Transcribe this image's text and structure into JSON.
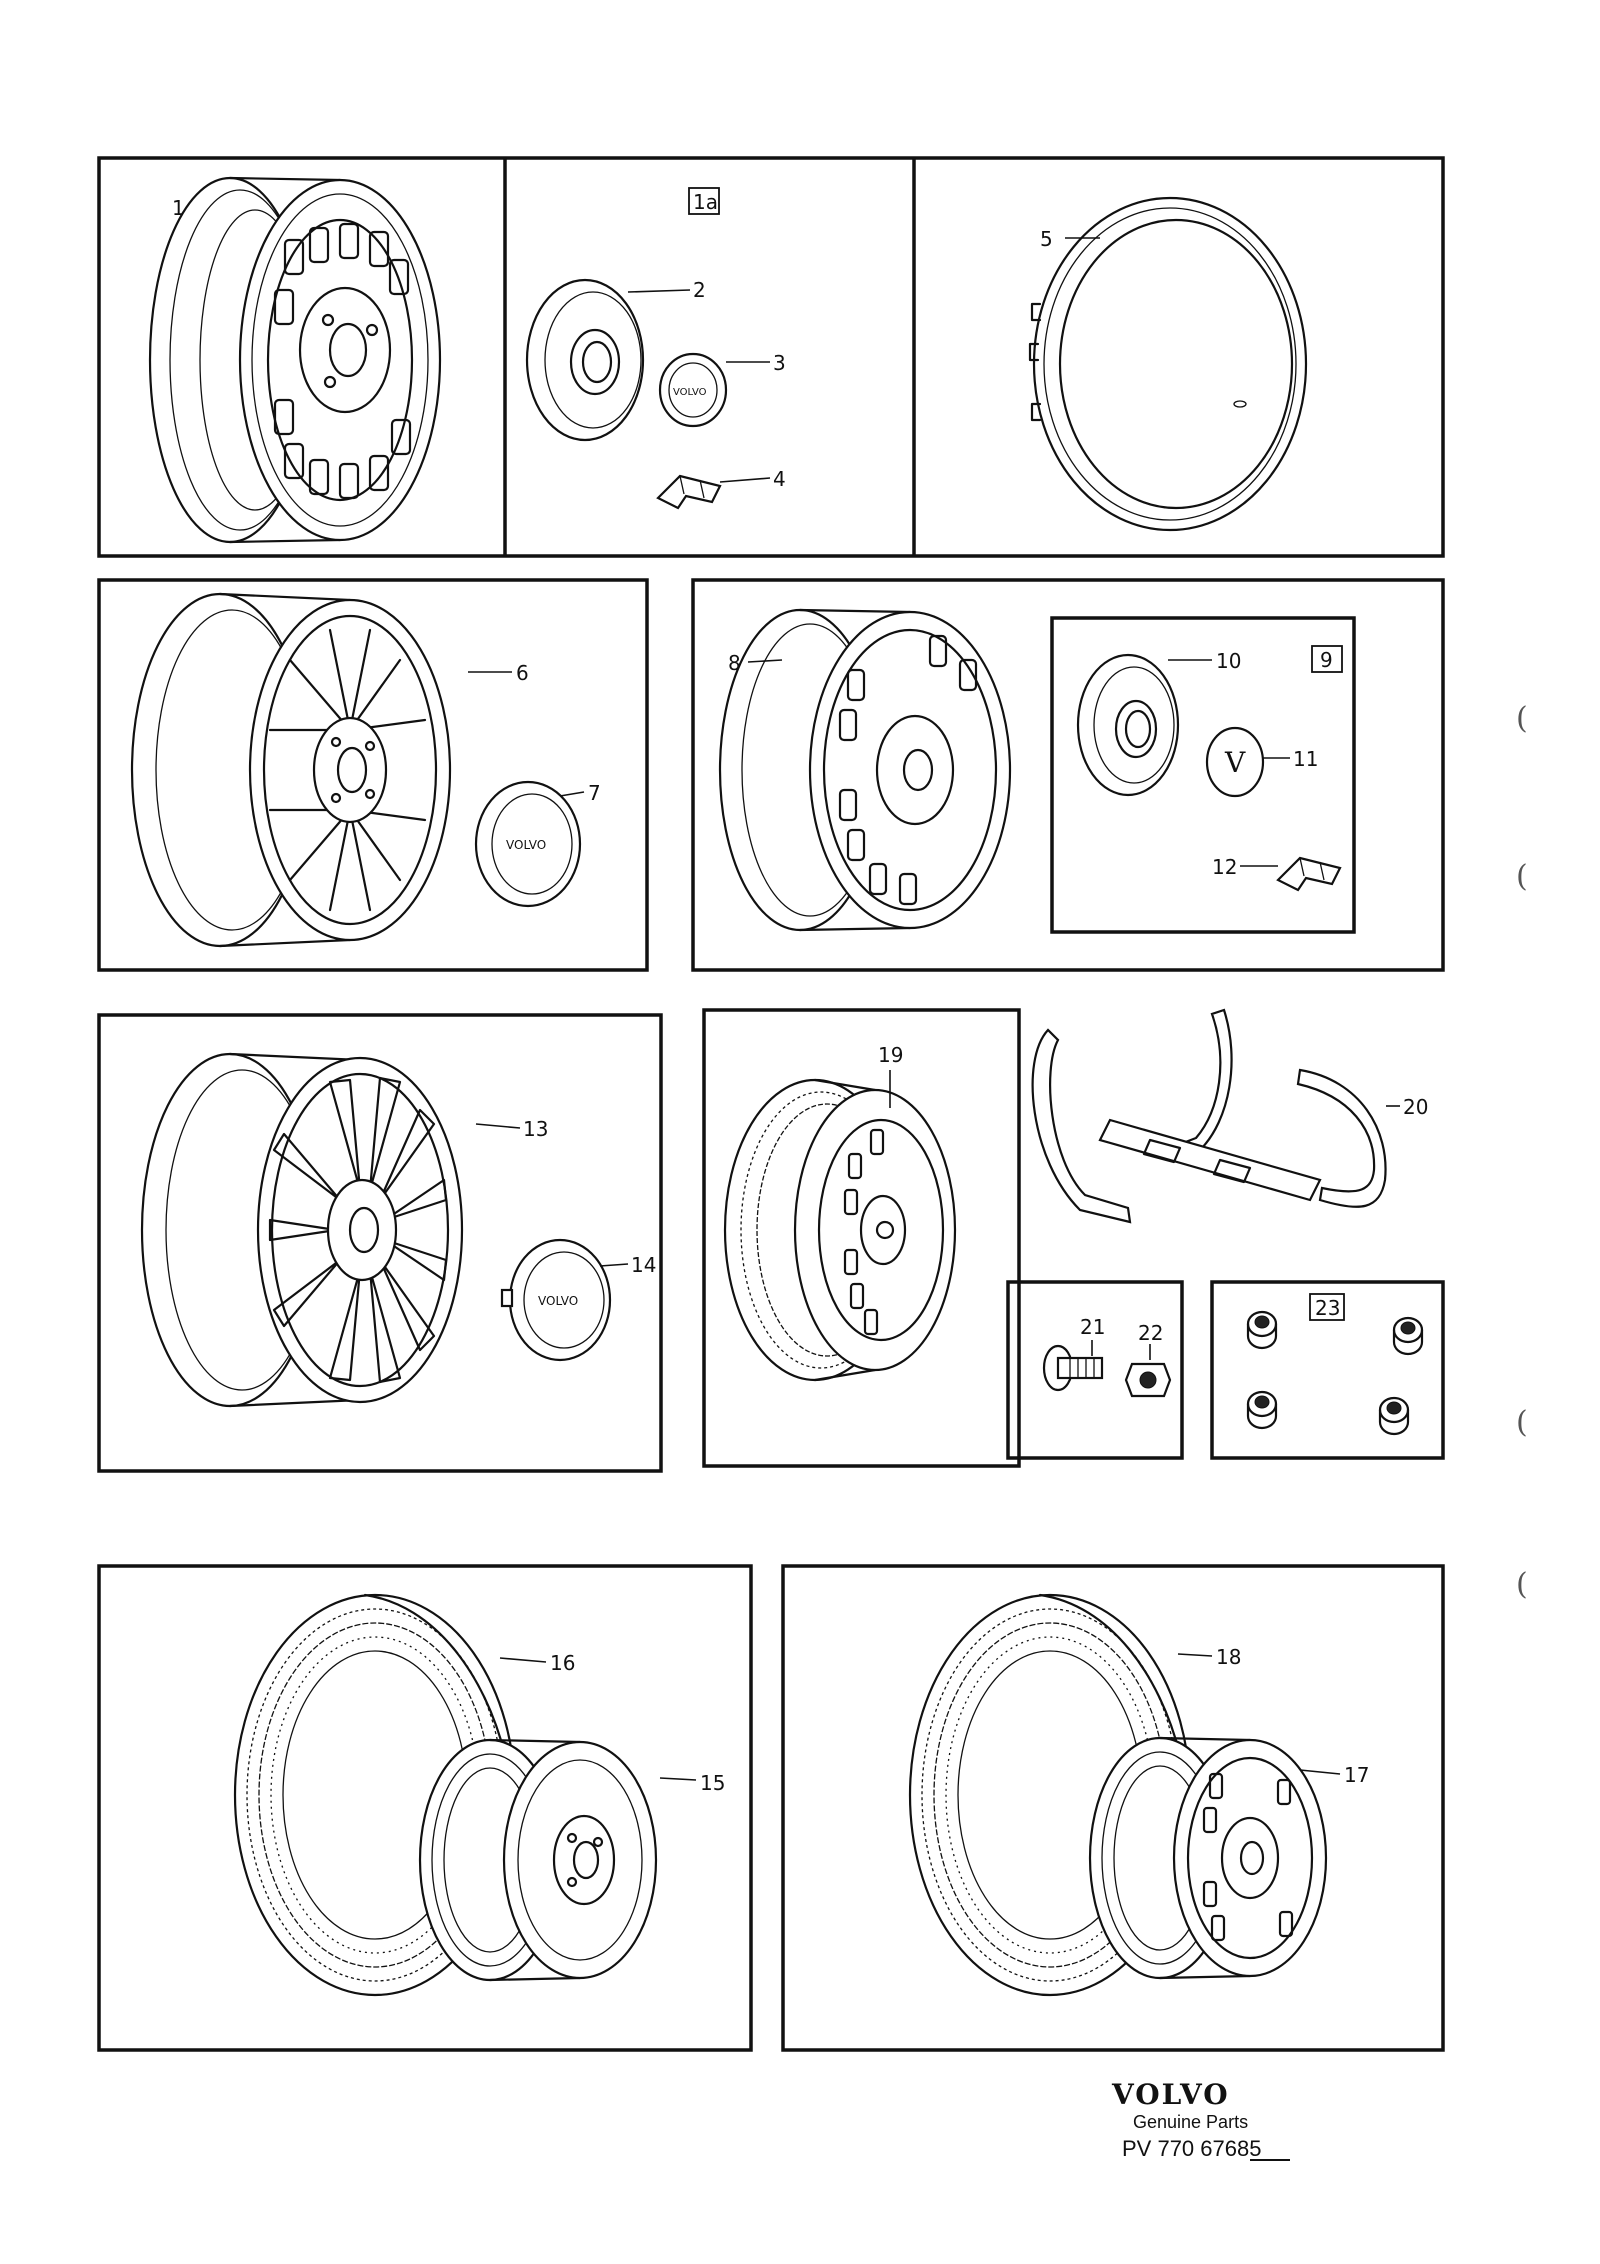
{
  "callouts": {
    "p1": "1",
    "p1a": "1a",
    "p2": "2",
    "p3": "3",
    "p4": "4",
    "p5": "5",
    "p6": "6",
    "p7": "7",
    "p8": "8",
    "p9": "9",
    "p10": "10",
    "p11": "11",
    "p12": "12",
    "p13": "13",
    "p14": "14",
    "p15": "15",
    "p16": "16",
    "p17": "17",
    "p18": "18",
    "p19": "19",
    "p20": "20",
    "p21": "21",
    "p22": "22",
    "p23": "23"
  },
  "hubcap_text": "VOLVO",
  "emblem_letter": "V",
  "footer": {
    "brand": "VOLVO",
    "subtitle": "Genuine Parts",
    "part_number": "PV 770 67685"
  },
  "margin_marks": [
    "(",
    "(",
    "(",
    "("
  ]
}
